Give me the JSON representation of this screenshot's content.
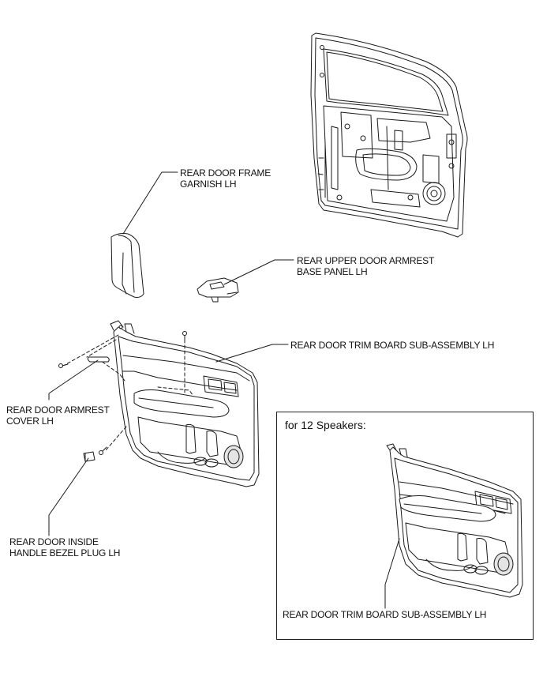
{
  "labels": {
    "frame_garnish": [
      "REAR DOOR FRAME",
      "GARNISH LH"
    ],
    "upper_armrest": [
      "REAR UPPER DOOR ARMREST",
      "BASE PANEL LH"
    ],
    "trim_board": [
      "REAR DOOR TRIM  BOARD SUB-ASSEMBLY LH"
    ],
    "armrest_cover": [
      "REAR DOOR ARMREST",
      "COVER LH"
    ],
    "bezel_plug": [
      "REAR DOOR INSIDE",
      "HANDLE BEZEL PLUG LH"
    ],
    "inset_trim_board": [
      "REAR DOOR TRIM  BOARD SUB-ASSEMBLY LH"
    ]
  },
  "inset": {
    "title": "for 12 Speakers:"
  },
  "colors": {
    "line": "#1a1a1a",
    "fill": "#ffffff",
    "shade": "#d9d9d9"
  }
}
